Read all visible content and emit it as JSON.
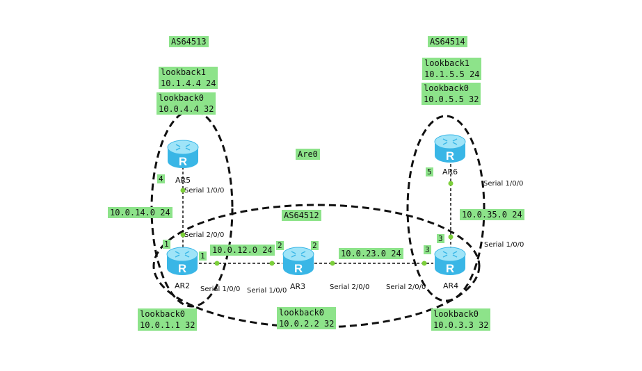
{
  "areas": {
    "as64513": "AS64513",
    "as64514": "AS64514",
    "as64512": "AS64512",
    "area0": "Are0"
  },
  "loopbacks": {
    "ar5_lb1": "lookback1\n10.1.4.4 24",
    "ar5_lb0": "lookback0\n10.0.4.4 32",
    "ar6_lb1": "lookback1\n10.1.5.5 24",
    "ar6_lb0": "lookback0\n10.0.5.5 32",
    "ar2_lb0": "lookback0\n10.0.1.1 32",
    "ar3_lb0": "lookback0\n10.0.2.2 32",
    "ar4_lb0": "lookback0\n10.0.3.3 32"
  },
  "networks": {
    "net_14": "10.0.14.0 24",
    "net_12": "10.0.12.0 24",
    "net_23": "10.0.23.0 24",
    "net_35": "10.0.35.0 24"
  },
  "routers": {
    "ar5": "AR5",
    "ar2": "AR2",
    "ar3": "AR3",
    "ar4": "AR4",
    "ar6": "AR6",
    "glyph": "R"
  },
  "interfaces": {
    "ar5_s100": "Serial 1/0/0",
    "ar2_s200": "Serial 2/0/0",
    "ar2_s100": "Serial 1/0/0",
    "ar3_s100": "Serial 1/0/0",
    "ar3_s200": "Serial 2/0/0",
    "ar4_s200": "Serial 2/0/0",
    "ar4_s100": "Serial 1/0/0",
    "ar6_s100": "Serial 1/0/0"
  },
  "ids": {
    "n4": "4",
    "n1a": "1",
    "n1b": "1",
    "n2a": "2",
    "n2b": "2",
    "n3a": "3",
    "n3b": "3",
    "n5": "5"
  },
  "colors": {
    "label_bg": "#8de38a",
    "router_top": "#9fe4f8",
    "router_body": "#39b6e6",
    "endpoint": "#7ccf3a",
    "line": "#111111"
  }
}
